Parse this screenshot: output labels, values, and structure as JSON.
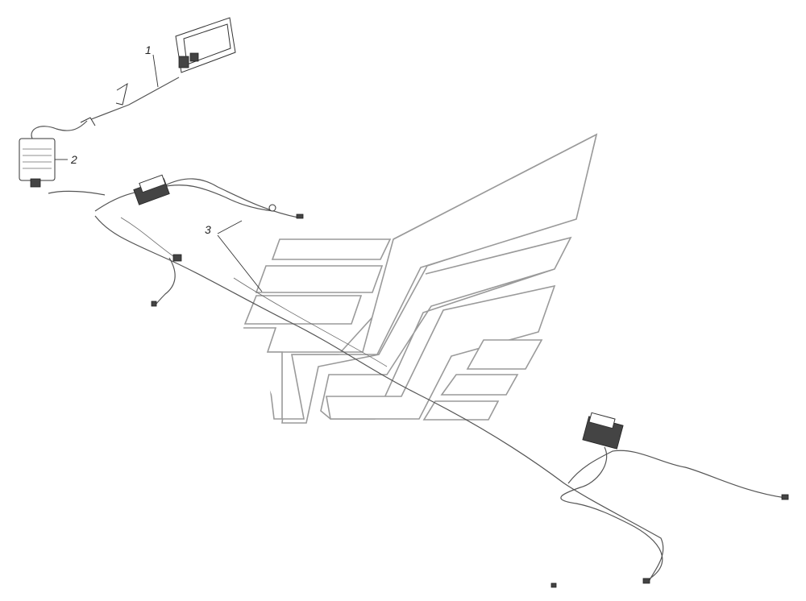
{
  "diagram": {
    "callouts": [
      {
        "id": "1",
        "label": "1"
      },
      {
        "id": "2",
        "label": "2"
      },
      {
        "id": "3",
        "label": "3"
      }
    ],
    "colors": {
      "wire": "#555555",
      "logo": "#9a9a9a",
      "text": "#222222"
    }
  }
}
